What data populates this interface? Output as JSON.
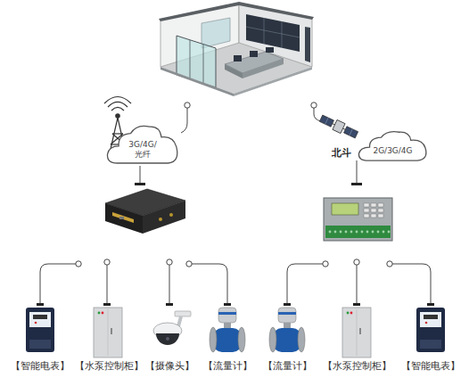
{
  "diagram": {
    "nodes": [
      {
        "text": [
          "3G/4G/ 光纤"
        ]
      },
      {
        "text": [
          "2G/3G/4G"
        ]
      },
      {
        "text": [
          "【智能电表】"
        ]
      },
      {
        "text": [
          "【水泵控制柜】"
        ]
      },
      {
        "text": [
          "【摄像头】"
        ]
      },
      {
        "text": [
          "【流量计】"
        ]
      },
      {
        "text": [
          "【流量计】"
        ]
      },
      {
        "text": [
          "【水泵控制柜】"
        ]
      },
      {
        "text": [
          "【智能电表】"
        ]
      }
    ],
    "labels": [
      "北斗"
    ]
  }
}
